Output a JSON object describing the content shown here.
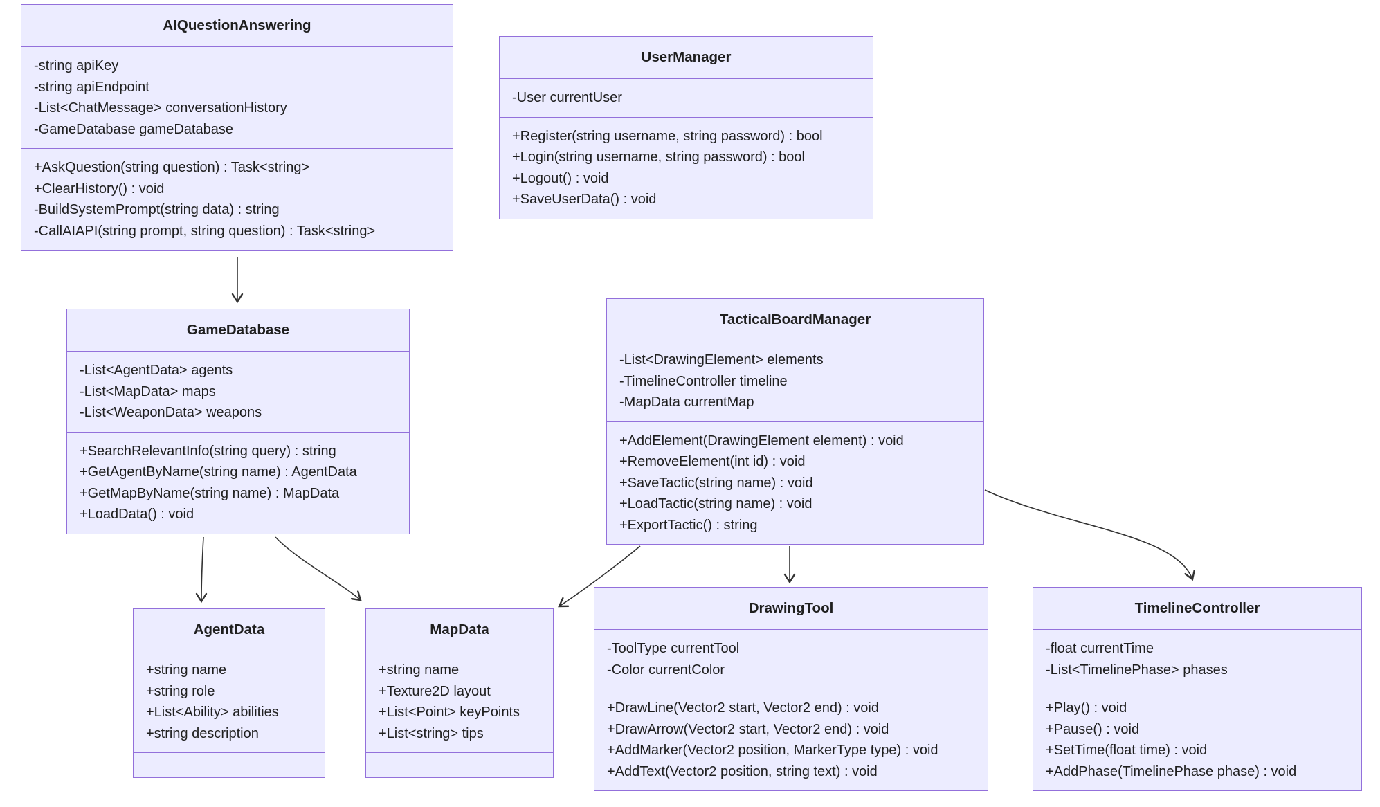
{
  "diagram_type": "uml-class-diagram",
  "colors": {
    "background": "#ffffff",
    "node_fill": "#ECECFF",
    "node_border": "#9370DB",
    "text": "#1f1f1f",
    "arrow": "#333333"
  },
  "classes": [
    {
      "name": "AIQuestionAnswering",
      "attributes": [
        "-string apiKey",
        "-string apiEndpoint",
        "-List<ChatMessage> conversationHistory",
        "-GameDatabase gameDatabase"
      ],
      "methods": [
        "+AskQuestion(string question) : Task<string>",
        "+ClearHistory() : void",
        "-BuildSystemPrompt(string data) : string",
        "-CallAIAPI(string prompt, string question) : Task<string>"
      ]
    },
    {
      "name": "UserManager",
      "attributes": [
        "-User currentUser"
      ],
      "methods": [
        "+Register(string username, string password) : bool",
        "+Login(string username, string password) : bool",
        "+Logout() : void",
        "+SaveUserData() : void"
      ]
    },
    {
      "name": "GameDatabase",
      "attributes": [
        "-List<AgentData> agents",
        "-List<MapData> maps",
        "-List<WeaponData> weapons"
      ],
      "methods": [
        "+SearchRelevantInfo(string query) : string",
        "+GetAgentByName(string name) : AgentData",
        "+GetMapByName(string name) : MapData",
        "+LoadData() : void"
      ]
    },
    {
      "name": "TacticalBoardManager",
      "attributes": [
        "-List<DrawingElement> elements",
        "-TimelineController timeline",
        "-MapData currentMap"
      ],
      "methods": [
        "+AddElement(DrawingElement element) : void",
        "+RemoveElement(int id) : void",
        "+SaveTactic(string name) : void",
        "+LoadTactic(string name) : void",
        "+ExportTactic() : string"
      ]
    },
    {
      "name": "AgentData",
      "attributes": [
        "+string name",
        "+string role",
        "+List<Ability> abilities",
        "+string description"
      ],
      "methods": []
    },
    {
      "name": "MapData",
      "attributes": [
        "+string name",
        "+Texture2D layout",
        "+List<Point> keyPoints",
        "+List<string> tips"
      ],
      "methods": []
    },
    {
      "name": "DrawingTool",
      "attributes": [
        "-ToolType currentTool",
        "-Color currentColor"
      ],
      "methods": [
        "+DrawLine(Vector2 start, Vector2 end) : void",
        "+DrawArrow(Vector2 start, Vector2 end) : void",
        "+AddMarker(Vector2 position, MarkerType type) : void",
        "+AddText(Vector2 position, string text) : void"
      ]
    },
    {
      "name": "TimelineController",
      "attributes": [
        "-float currentTime",
        "-List<TimelinePhase> phases"
      ],
      "methods": [
        "+Play() : void",
        "+Pause() : void",
        "+SetTime(float time) : void",
        "+AddPhase(TimelinePhase phase) : void"
      ]
    }
  ],
  "relations": [
    {
      "from": "AIQuestionAnswering",
      "to": "GameDatabase",
      "style": "open-arrow"
    },
    {
      "from": "GameDatabase",
      "to": "AgentData",
      "style": "open-arrow"
    },
    {
      "from": "GameDatabase",
      "to": "MapData",
      "style": "open-arrow"
    },
    {
      "from": "TacticalBoardManager",
      "to": "MapData",
      "style": "open-arrow"
    },
    {
      "from": "TacticalBoardManager",
      "to": "DrawingTool",
      "style": "open-arrow"
    },
    {
      "from": "TacticalBoardManager",
      "to": "TimelineController",
      "style": "open-arrow"
    }
  ]
}
